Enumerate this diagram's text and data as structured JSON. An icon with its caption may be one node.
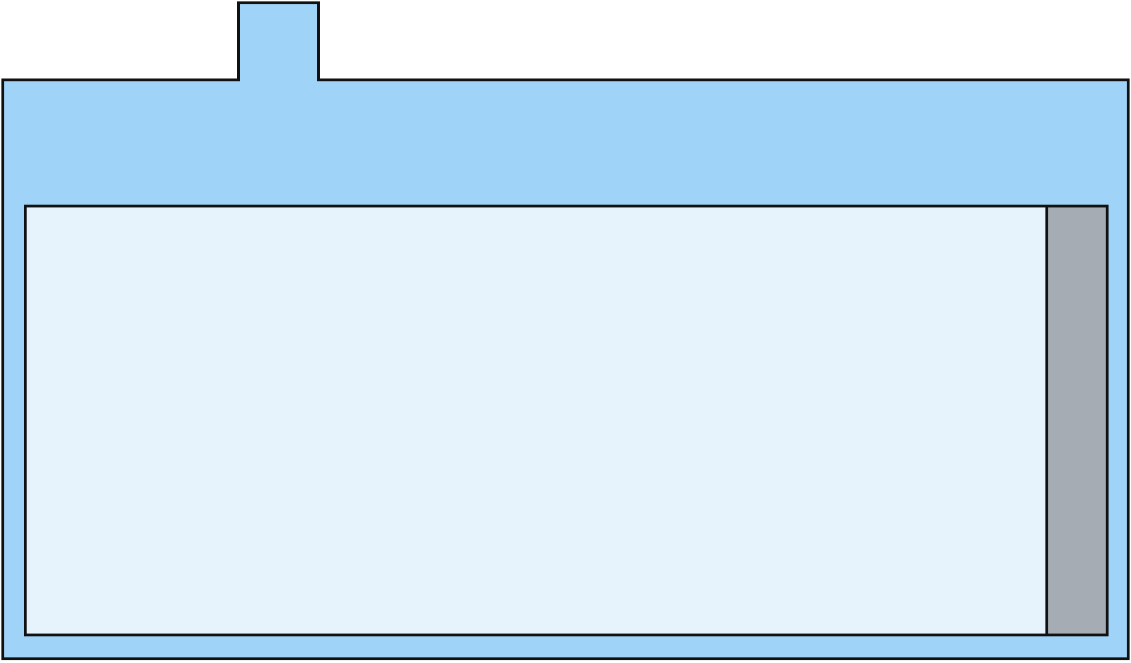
{
  "diagram": {
    "nodes": [
      {
        "text": [],
        "shape": "box"
      },
      {
        "text": [],
        "shape": "box",
        "in": 0
      },
      {
        "text": [],
        "shape": "bar",
        "in": 1
      }
    ]
  }
}
